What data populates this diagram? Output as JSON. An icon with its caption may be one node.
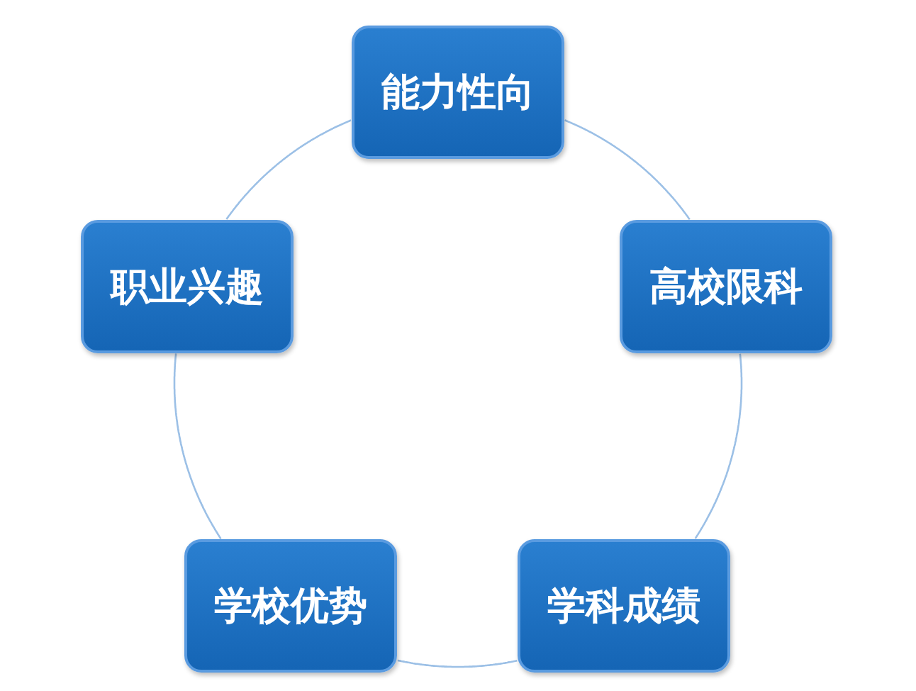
{
  "diagram": {
    "nodes": [
      {
        "text": [
          "能力性向"
        ]
      },
      {
        "text": [
          "职业兴趣"
        ]
      },
      {
        "text": [
          "高校限科"
        ]
      },
      {
        "text": [
          "学校优势"
        ]
      },
      {
        "text": [
          "学科成绩"
        ]
      }
    ],
    "edges": [
      {
        "from": 0,
        "to": 2,
        "arrow": "none"
      },
      {
        "from": 2,
        "to": 4,
        "arrow": "none"
      },
      {
        "from": 4,
        "to": 3,
        "arrow": "none"
      },
      {
        "from": 3,
        "to": 1,
        "arrow": "none"
      },
      {
        "from": 1,
        "to": 0,
        "arrow": "none"
      }
    ]
  }
}
